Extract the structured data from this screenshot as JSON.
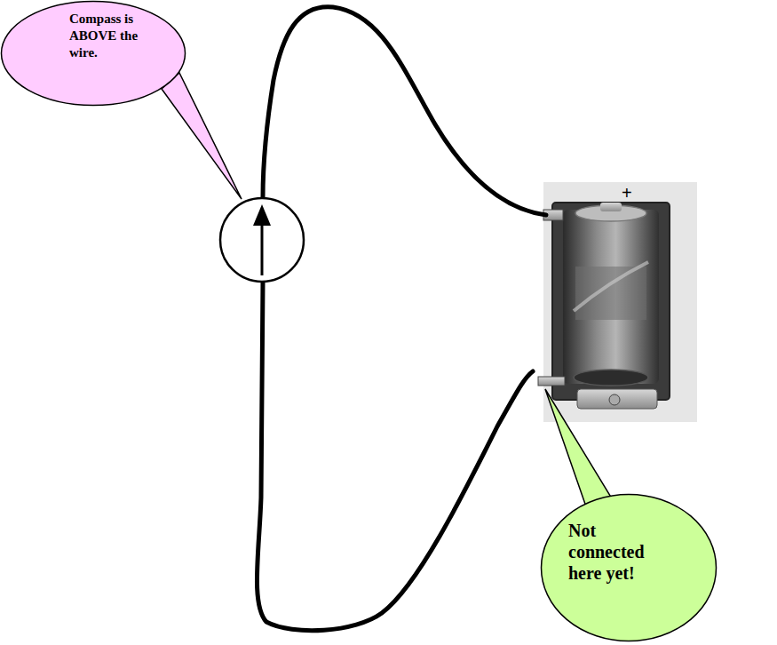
{
  "diagram": {
    "nodes": [
      {
        "text": [
          "Compass is ABOVE the wire."
        ]
      },
      {
        "text": [
          "Not connected here yet!"
        ]
      }
    ],
    "labels": [
      "+"
    ]
  }
}
